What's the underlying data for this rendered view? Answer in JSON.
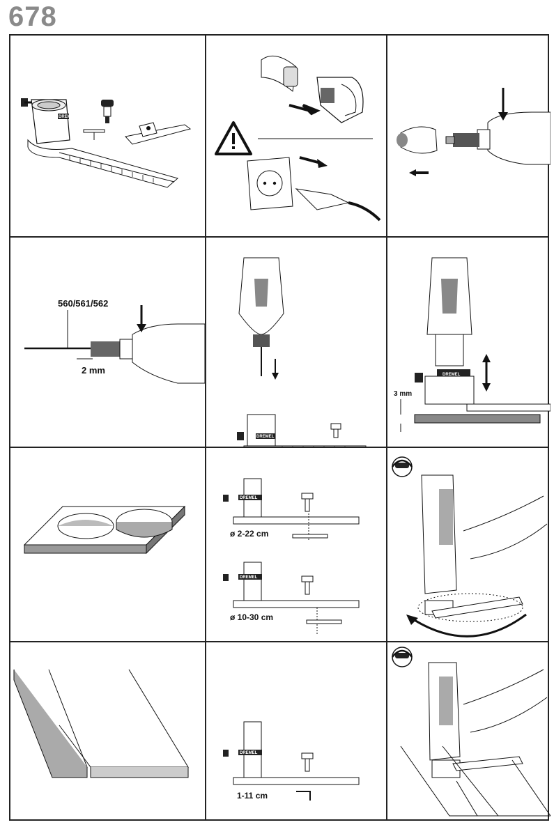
{
  "page": {
    "model_number": "678"
  },
  "labels": {
    "bit_numbers": "560/561/562",
    "bit_length": "2  mm",
    "depth": "3 mm",
    "diam_small": "ø 2-22 cm",
    "diam_large": "ø 10-30 cm",
    "range_short": "1-11 cm",
    "brand": "DREMEL",
    "cm": "CM"
  },
  "icons": [
    "warning-icon",
    "safety-goggles-ear-protection-icon",
    "down-arrow-icon",
    "right-arrow-icon",
    "left-arrow-icon",
    "up-down-arrow-icon",
    "rotation-arrow-icon"
  ]
}
